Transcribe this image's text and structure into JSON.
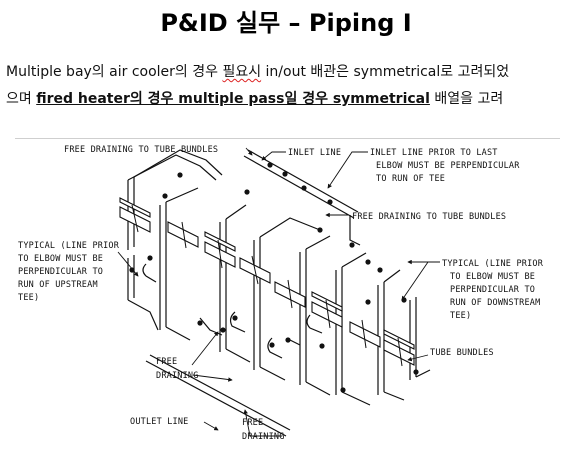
{
  "slide": {
    "title": "P&ID 실무 – Piping I",
    "line1": {
      "a": "Multiple bay의 air cooler의 경우 ",
      "squiggle": "필요시",
      "b": " in/out 배관은 symmetrical로 고려되었"
    },
    "line2": {
      "a": "으며 ",
      "bold": "fired heater의 경우 multiple pass일 경우 symmetrical",
      "b": " 배열을 고려"
    }
  },
  "diagram": {
    "labels": {
      "free_draining_top": "FREE DRAINING TO TUBE BUNDLES",
      "inlet_line": "INLET LINE",
      "inlet_prior_1": "INLET LINE PRIOR TO LAST",
      "inlet_prior_2": "ELBOW MUST BE PERPENDICULAR",
      "inlet_prior_3": "TO RUN OF TEE",
      "free_draining_right": "FREE DRAINING TO TUBE BUNDLES",
      "typical_left_1": "TYPICAL (LINE PRIOR",
      "typical_left_2": "TO ELBOW MUST BE",
      "typical_left_3": "PERPENDICULAR TO",
      "typical_left_4": "RUN OF UPSTREAM",
      "typical_left_5": "TEE)",
      "typical_right_1": "TYPICAL (LINE PRIOR",
      "typical_right_2": "TO ELBOW MUST BE",
      "typical_right_3": "PERPENDICULAR TO",
      "typical_right_4": "RUN OF DOWNSTREAM",
      "typical_right_5": "TEE)",
      "free_draining_mid_1": "FREE",
      "free_draining_mid_2": "DRAINING",
      "tube_bundles": "TUBE BUNDLES",
      "outlet_line": "OUTLET LINE",
      "free_draining_bot_1": "FREE",
      "free_draining_bot_2": "DRAINING"
    }
  }
}
